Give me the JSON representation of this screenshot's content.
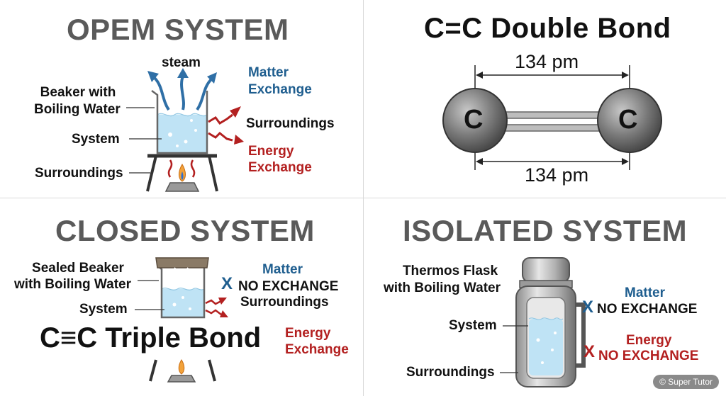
{
  "open_system": {
    "title": "OPEM SYSTEM",
    "steam": "steam",
    "matter_exchange": [
      "Matter",
      "Exchange"
    ],
    "beaker_label": [
      "Beaker with",
      "Boiling Water"
    ],
    "system_label": "System",
    "surroundings_right": "Surroundings",
    "energy_exchange": [
      "Energy",
      "Exchange"
    ],
    "surroundings_left": "Surroundings"
  },
  "double_bond": {
    "title": "C=C Double Bond",
    "length_top": "134 pm",
    "length_bottom": "134 pm",
    "atom_left": "C",
    "atom_right": "C"
  },
  "closed_system": {
    "title": "CLOSED SYSTEM",
    "beaker_label": [
      "Sealed Beaker",
      "with Boiling Water"
    ],
    "system_label": "System",
    "matter": "Matter",
    "mark": "X",
    "no_exchange": "NO EXCHANGE",
    "surroundings": "Surroundings",
    "triple_bond": "C≡C Triple Bond",
    "energy_exchange": [
      "Energy",
      "Exchange"
    ]
  },
  "isolated_system": {
    "title": "ISOLATED SYSTEM",
    "flask_label": [
      "Thermos Flask",
      "with Boiling Water"
    ],
    "system_label": "System",
    "surroundings_label": "Surroundings",
    "matter": "Matter",
    "matter_mark": "X",
    "matter_no_exchange": "NO EXCHANGE",
    "energy": "Energy",
    "energy_mark": "X",
    "energy_no_exchange": "NO EXCHANGE"
  },
  "watermark": "© Super Tutor",
  "colors": {
    "title_gray": "#5a5a5a",
    "blue": "#1f5e8f",
    "red": "#b32020",
    "water": "#bfe3f5"
  }
}
